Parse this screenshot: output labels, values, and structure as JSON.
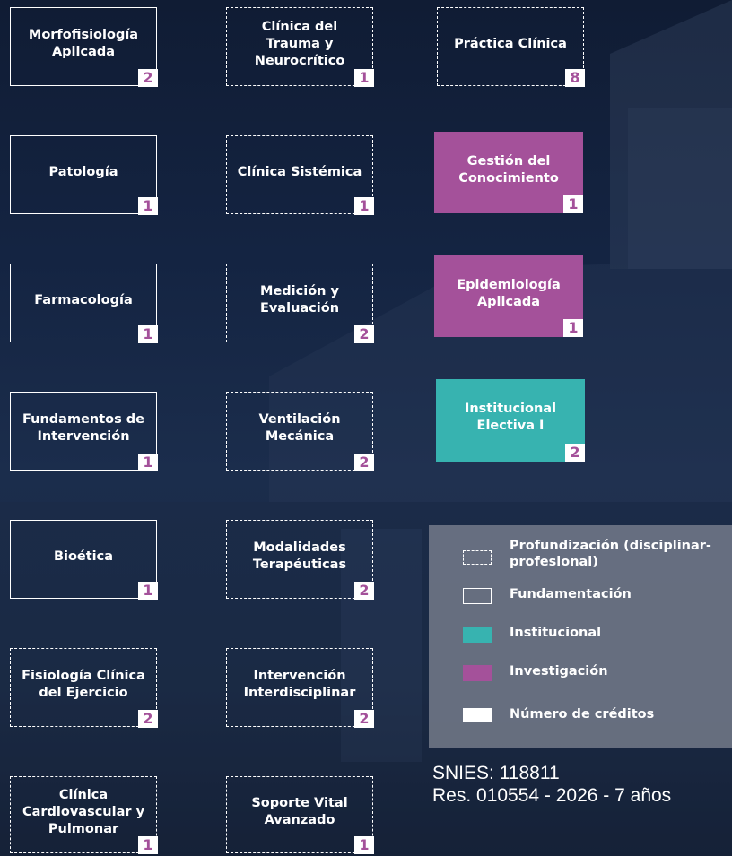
{
  "courses": {
    "c1": {
      "name": "Morfofisiología Aplicada",
      "credits": "2"
    },
    "c2": {
      "name": "Patología",
      "credits": "1"
    },
    "c3": {
      "name": "Farmacología",
      "credits": "1"
    },
    "c4": {
      "name": "Fundamentos de Intervención",
      "credits": "1"
    },
    "c5": {
      "name": "Bioética",
      "credits": "1"
    },
    "c6": {
      "name": "Fisiología Clínica del Ejercicio",
      "credits": "2"
    },
    "c7": {
      "name": "Clínica Cardiovascular y Pulmonar",
      "credits": "1"
    },
    "c8": {
      "name": "Clínica del Trauma y Neurocrítico",
      "credits": "1"
    },
    "c9": {
      "name": "Clínica Sistémica",
      "credits": "1"
    },
    "c10": {
      "name": "Medición y Evaluación",
      "credits": "2"
    },
    "c11": {
      "name": "Ventilación Mecánica",
      "credits": "2"
    },
    "c12": {
      "name": "Modalidades Terapéuticas",
      "credits": "2"
    },
    "c13": {
      "name": "Intervención Interdisciplinar",
      "credits": "2"
    },
    "c14": {
      "name": "Soporte Vital Avanzado",
      "credits": "1"
    },
    "c15": {
      "name": "Práctica Clínica",
      "credits": "8"
    },
    "c16": {
      "name": "Gestión del Conocimiento",
      "credits": "1"
    },
    "c17": {
      "name": "Epidemiología Aplicada",
      "credits": "1"
    },
    "c18": {
      "name": "Institucional Electiva I",
      "credits": "2"
    }
  },
  "legend": {
    "profundizacion": "Profundización (disciplinar-profesional)",
    "fundamentacion": "Fundamentación",
    "institucional": "Institucional",
    "investigacion": "Investigación",
    "creditos": "Número de créditos"
  },
  "footer": {
    "snies": "SNIES: 118811",
    "resolucion": "Res. 010554 - 2026 - 7 años"
  },
  "colors": {
    "investigacion": "#a4519a",
    "institucional": "#37b3b0",
    "credit_text": "#a4519a",
    "background": "#142442"
  }
}
